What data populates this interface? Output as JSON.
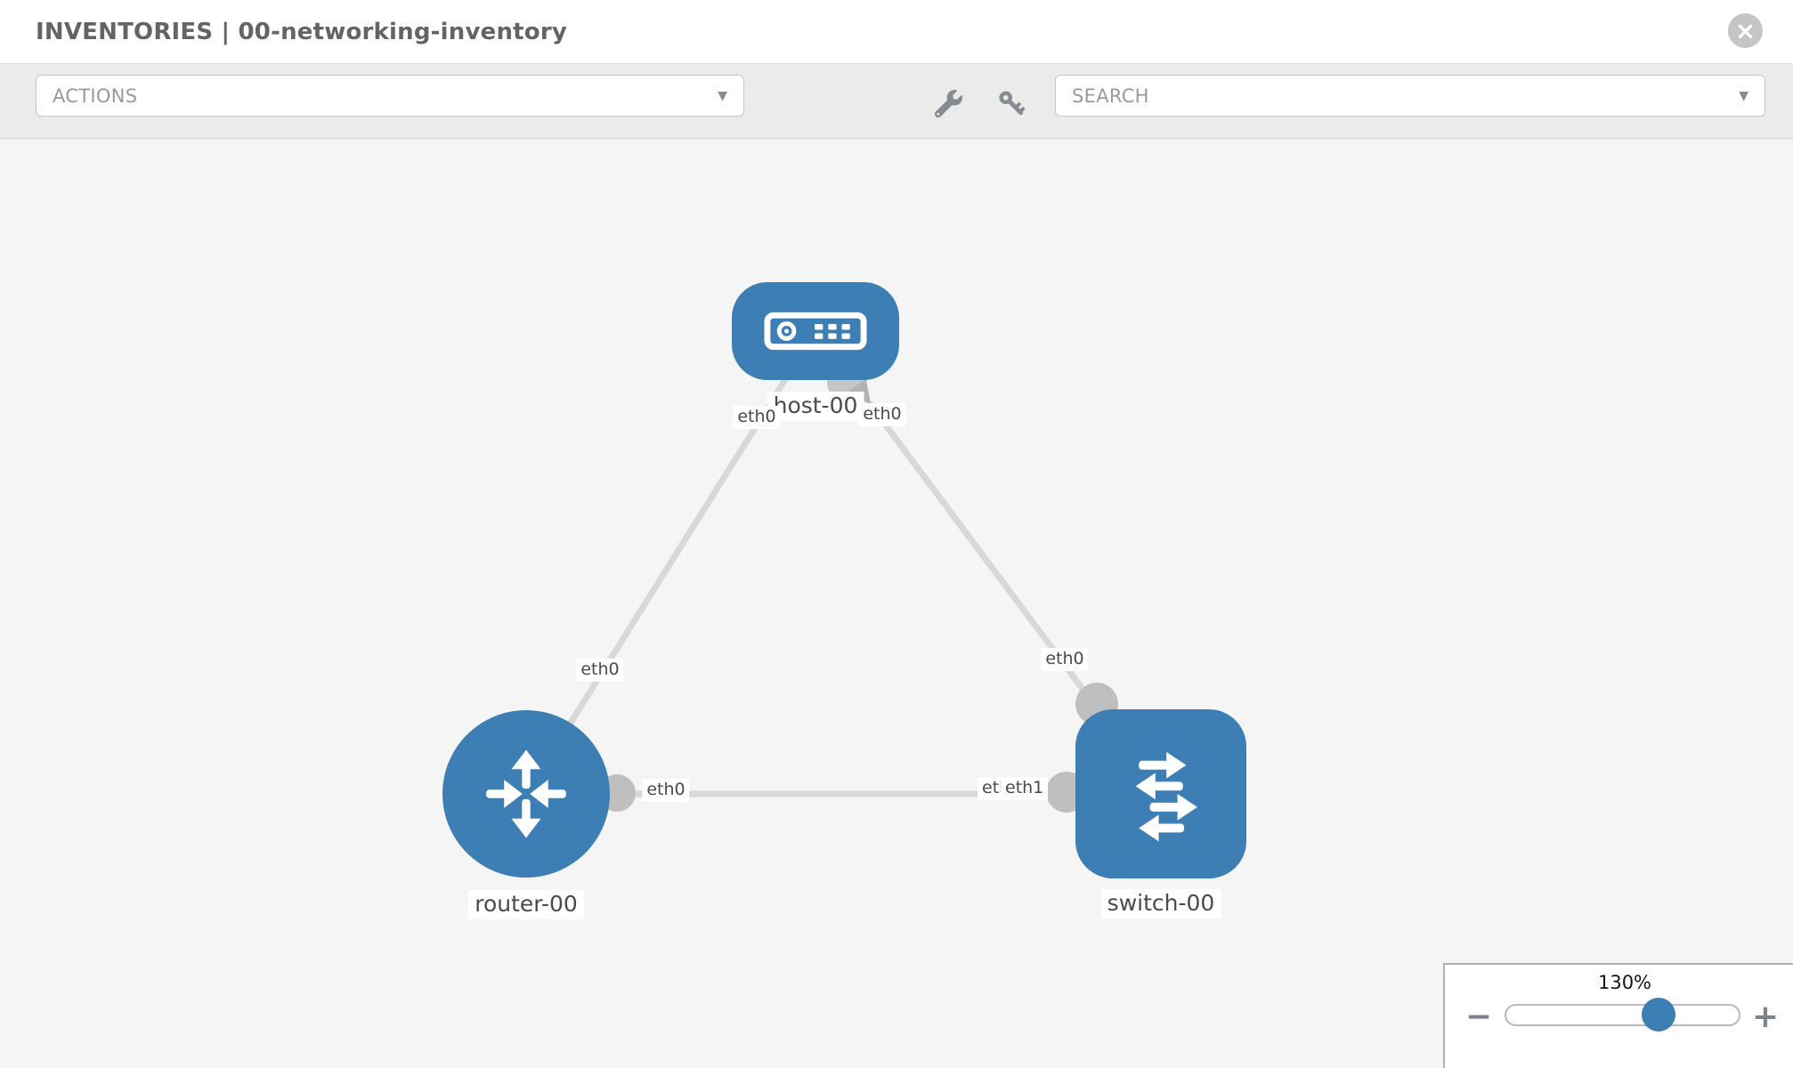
{
  "header": {
    "title": "INVENTORIES | 00-networking-inventory"
  },
  "toolbar": {
    "actions_label": "ACTIONS",
    "search_label": "SEARCH"
  },
  "icons": {
    "close": "×",
    "caret": "▼",
    "minus": "−",
    "plus": "+",
    "wrench": "wrench-icon",
    "key": "key-icon"
  },
  "colors": {
    "node_blue": "#3d7eb5",
    "link_gray": "#d8d8d8",
    "port_gray": "#c2c2c2",
    "canvas_bg": "#f5f5f5"
  },
  "topology": {
    "nodes": [
      {
        "name": "host-00",
        "type": "host"
      },
      {
        "name": "router-00",
        "type": "router"
      },
      {
        "name": "switch-00",
        "type": "switch"
      }
    ],
    "links": [
      {
        "source": "host-00",
        "target": "router-00",
        "source_iface": "eth0",
        "target_iface": "eth0"
      },
      {
        "source": "host-00",
        "target": "switch-00",
        "source_iface": "eth0",
        "target_iface": "eth0"
      },
      {
        "source": "router-00",
        "target": "switch-00",
        "source_iface": "eth0",
        "target_iface": "eth1",
        "overlapped_iface_label": "eth0"
      }
    ]
  },
  "zoom": {
    "level": "130%"
  }
}
